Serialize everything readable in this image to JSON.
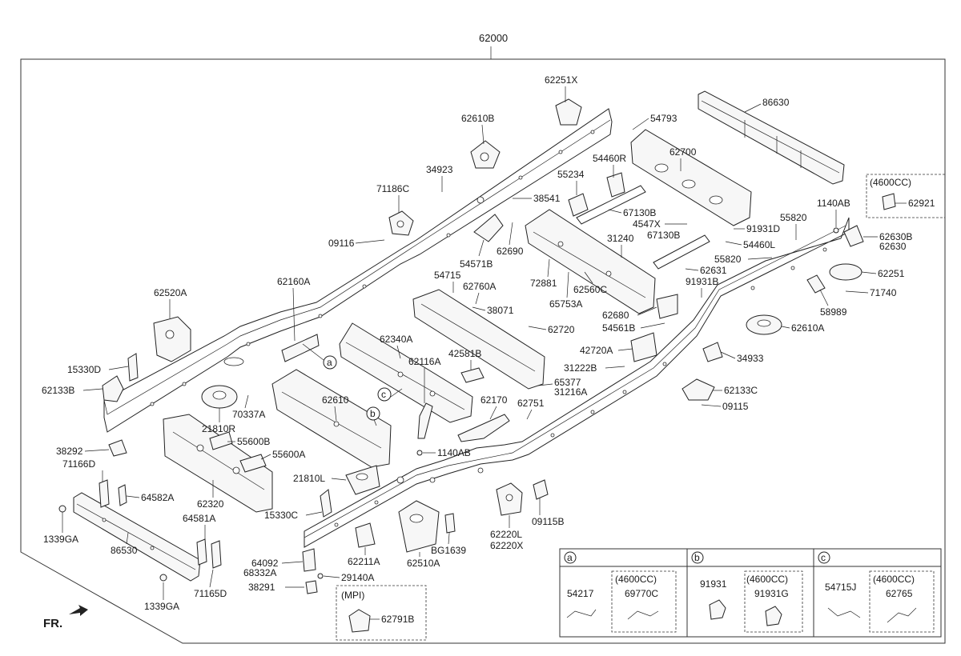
{
  "assembly_label": "62000",
  "direction_label": "FR.",
  "labels": {
    "p62251X": "62251X",
    "p62610B": "62610B",
    "p54793": "54793",
    "p86630": "86630",
    "p34923": "34923",
    "p71186C": "71186C",
    "p09116": "09116",
    "p55234": "55234",
    "p54460R": "54460R",
    "p62700": "62700",
    "p38541": "38541",
    "p67130B_1": "67130B",
    "p4547X": "4547X",
    "p91931D": "91931D",
    "p67130B_2": "67130B",
    "p31240": "31240",
    "p54460L": "54460L",
    "p55820_1": "55820",
    "p1140AB_top": "1140AB",
    "p62630B": "62630B",
    "p62630": "62630",
    "p54571B": "54571B",
    "p62690": "62690",
    "p55820_2": "55820",
    "p62631": "62631",
    "p62251": "62251",
    "p54715": "54715",
    "p62760A": "62760A",
    "p72881": "72881",
    "p62560C": "62560C",
    "p91931B": "91931B",
    "p65753A": "65753A",
    "p71740": "71740",
    "p62160A": "62160A",
    "p62520A": "62520A",
    "p38071": "38071",
    "p62680": "62680",
    "p58989": "58989",
    "p54561B": "54561B",
    "p62720": "62720",
    "p62610A": "62610A",
    "p62340A": "62340A",
    "p42720A": "42720A",
    "p34933": "34933",
    "p62116A": "62116A",
    "p42581B": "42581B",
    "p31222B": "31222B",
    "p65377": "65377",
    "p31216A": "31216A",
    "p15330D": "15330D",
    "p62133B": "62133B",
    "p62133C": "62133C",
    "p70337A": "70337A",
    "p62751": "62751",
    "p09115": "09115",
    "p62610": "62610",
    "p62170": "62170",
    "p21810R": "21810R",
    "p55600B": "55600B",
    "p38292": "38292",
    "p55600A": "55600A",
    "p1140AB_low": "1140AB",
    "p71166D": "71166D",
    "p64582A": "64582A",
    "p21810L": "21810L",
    "p62320": "62320",
    "p15330C": "15330C",
    "p09115B": "09115B",
    "p64581A": "64581A",
    "p62220L": "62220L",
    "p62220X": "62220X",
    "p1339GA_1": "1339GA",
    "pBG1639": "BG1639",
    "p86530": "86530",
    "p62211A": "62211A",
    "p62510A": "62510A",
    "p64092": "64092",
    "p68332A": "68332A",
    "p71165D": "71165D",
    "p29140A": "29140A",
    "p1339GA_2": "1339GA",
    "p38291": "38291",
    "p62791B": "62791B",
    "mpi_tag": "(MPI)",
    "opt_tag_1": "(4600CC)",
    "p62921": "62921"
  },
  "callouts": [
    "a",
    "b",
    "c"
  ],
  "legend": {
    "a": {
      "letter": "a",
      "std_part": "54217",
      "opt_tag": "(4600CC)",
      "opt_part": "69770C"
    },
    "b": {
      "letter": "b",
      "std_part": "91931",
      "opt_tag": "(4600CC)",
      "opt_part": "91931G"
    },
    "c": {
      "letter": "c",
      "std_part": "54715J",
      "opt_tag": "(4600CC)",
      "opt_part": "62765"
    }
  }
}
